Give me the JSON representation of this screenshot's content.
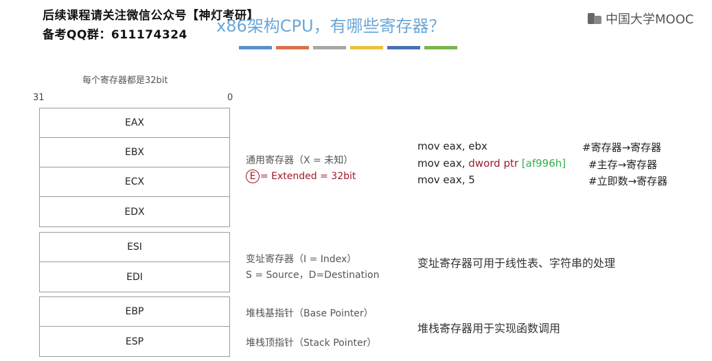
{
  "watermark": {
    "line1": "后续课程请关注微信公众号【神灯考研】",
    "line2": "备考QQ群：611174324"
  },
  "slide": {
    "title": "x86架构CPU，有哪些寄存器？",
    "logo_text": "中国大学MOOC",
    "accent_bar_colors": [
      "#5b8fc7",
      "#d9714a",
      "#a7a7a7",
      "#e8c239",
      "#4a70b3",
      "#7bb44e"
    ]
  },
  "diagram": {
    "note": "每个寄存器都是32bit",
    "bit_high": "31",
    "bit_low": "0",
    "general_registers": [
      "EAX",
      "EBX",
      "ECX",
      "EDX"
    ],
    "index_registers": [
      "ESI",
      "EDI"
    ],
    "stack_registers": [
      "EBP",
      "ESP"
    ]
  },
  "descriptions": {
    "general": "通用寄存器（X = 未知）",
    "extended_letter": "E",
    "extended_rest": "= Extended = 32bit",
    "index_line1": "变址寄存器（I = Index）",
    "index_line2": "S = Source，D=Destination",
    "ebp": "堆栈基指针（Base Pointer）",
    "esp": "堆栈顶指针（Stack Pointer）"
  },
  "code": {
    "line1": "mov eax, ebx",
    "line1_comment": "#寄存器→寄存器",
    "line2_prefix": "mov eax, ",
    "line2_ptr": "dword ptr ",
    "line2_addr": "[af996h]",
    "line2_comment": "#主存→寄存器",
    "line3": "mov eax, 5",
    "line3_comment": "#立即数→寄存器"
  },
  "notes": {
    "index_use": "变址寄存器可用于线性表、字符串的处理",
    "stack_use": "堆栈寄存器用于实现函数调用"
  }
}
